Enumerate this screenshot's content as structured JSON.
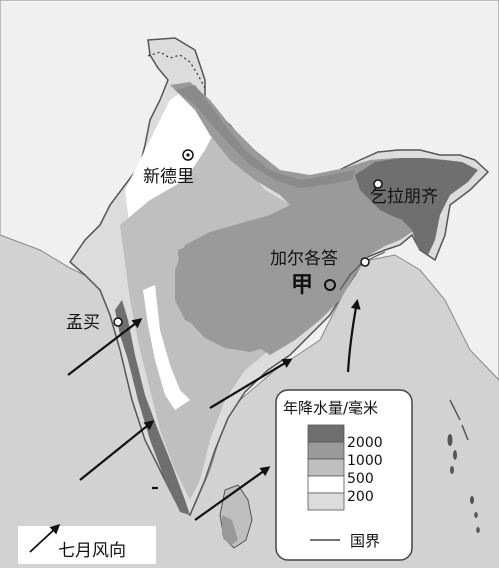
{
  "cities": {
    "new_delhi": "新德里",
    "cherrapunji": "乞拉朋齐",
    "kolkata": "加尔各答",
    "mumbai": "孟买",
    "jia": "甲"
  },
  "legend": {
    "title": "年降水量/毫米",
    "items": [
      {
        "label": "2000",
        "color": "#6f6f6f"
      },
      {
        "label": "1000",
        "color": "#9a9a9a"
      },
      {
        "label": "500",
        "color": "#bfbfbf"
      },
      {
        "label": "200",
        "color": "#ffffff"
      },
      {
        "label": "",
        "color": "#dcdcdc"
      }
    ],
    "border_label": "国界"
  },
  "wind_legend": {
    "label": "七月风向"
  },
  "colors": {
    "sea": "#d2d2d2",
    "land_outside": "#f0f0f0",
    "over_2000": "#6f6f6f",
    "r1000_2000": "#9a9a9a",
    "r500_1000": "#bfbfbf",
    "r200_500": "#ffffff",
    "under_200": "#dcdcdc",
    "arrow": "#111111"
  }
}
